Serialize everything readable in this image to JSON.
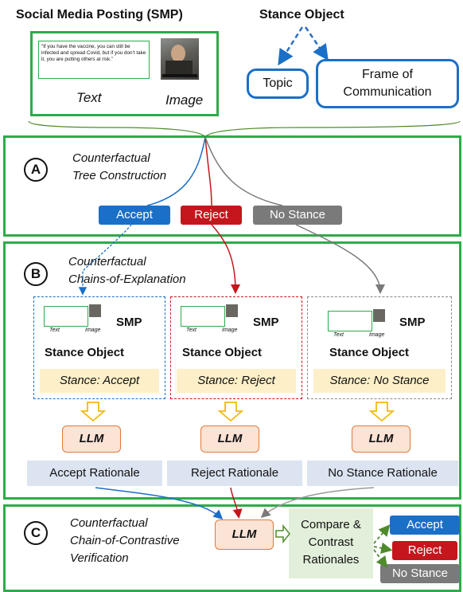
{
  "header": {
    "smp_title": "Social Media Posting (SMP)",
    "stance_object_title": "Stance Object",
    "quote": "“If you have the vaccine, you can still be infected and spread Covid, but if you don’t take it, you are putting others at risk.”",
    "text_label": "Text",
    "image_label": "Image",
    "topic": "Topic",
    "frame": "Frame of Communication"
  },
  "section_a": {
    "letter": "A",
    "title_line1": "Counterfactual",
    "title_line2": "Tree Construction",
    "tags": [
      "Accept",
      "Reject",
      "No Stance"
    ]
  },
  "section_b": {
    "letter": "B",
    "title_line1": "Counterfactual",
    "title_line2": "Chains-of-Explanation",
    "columns": [
      {
        "smp": "SMP",
        "object": "Stance Object",
        "stance": "Stance: Accept",
        "llm": "LLM",
        "rationale": "Accept Rationale"
      },
      {
        "smp": "SMP",
        "object": "Stance Object",
        "stance": "Stance: Reject",
        "llm": "LLM",
        "rationale": "Reject Rationale"
      },
      {
        "smp": "SMP",
        "object": "Stance Object",
        "stance": "Stance: No Stance",
        "llm": "LLM",
        "rationale": "No Stance Rationale"
      }
    ],
    "mini_text": "Text",
    "mini_image": "Image"
  },
  "section_c": {
    "letter": "C",
    "title_line1": "Counterfactual",
    "title_line2": "Chain-of-Contrastive",
    "title_line3": "Verification",
    "llm": "LLM",
    "compare_line1": "Compare &",
    "compare_line2": "Contrast",
    "compare_line3": "Rationales",
    "outputs": [
      "Accept",
      "Reject",
      "No Stance"
    ]
  },
  "colors": {
    "green": "#2eab4a",
    "blue": "#1a6fc7",
    "red": "#c5161d",
    "grey": "#7a7a7a",
    "orange": "#e07a3a",
    "yellow_arrow": "#f2b90f"
  }
}
